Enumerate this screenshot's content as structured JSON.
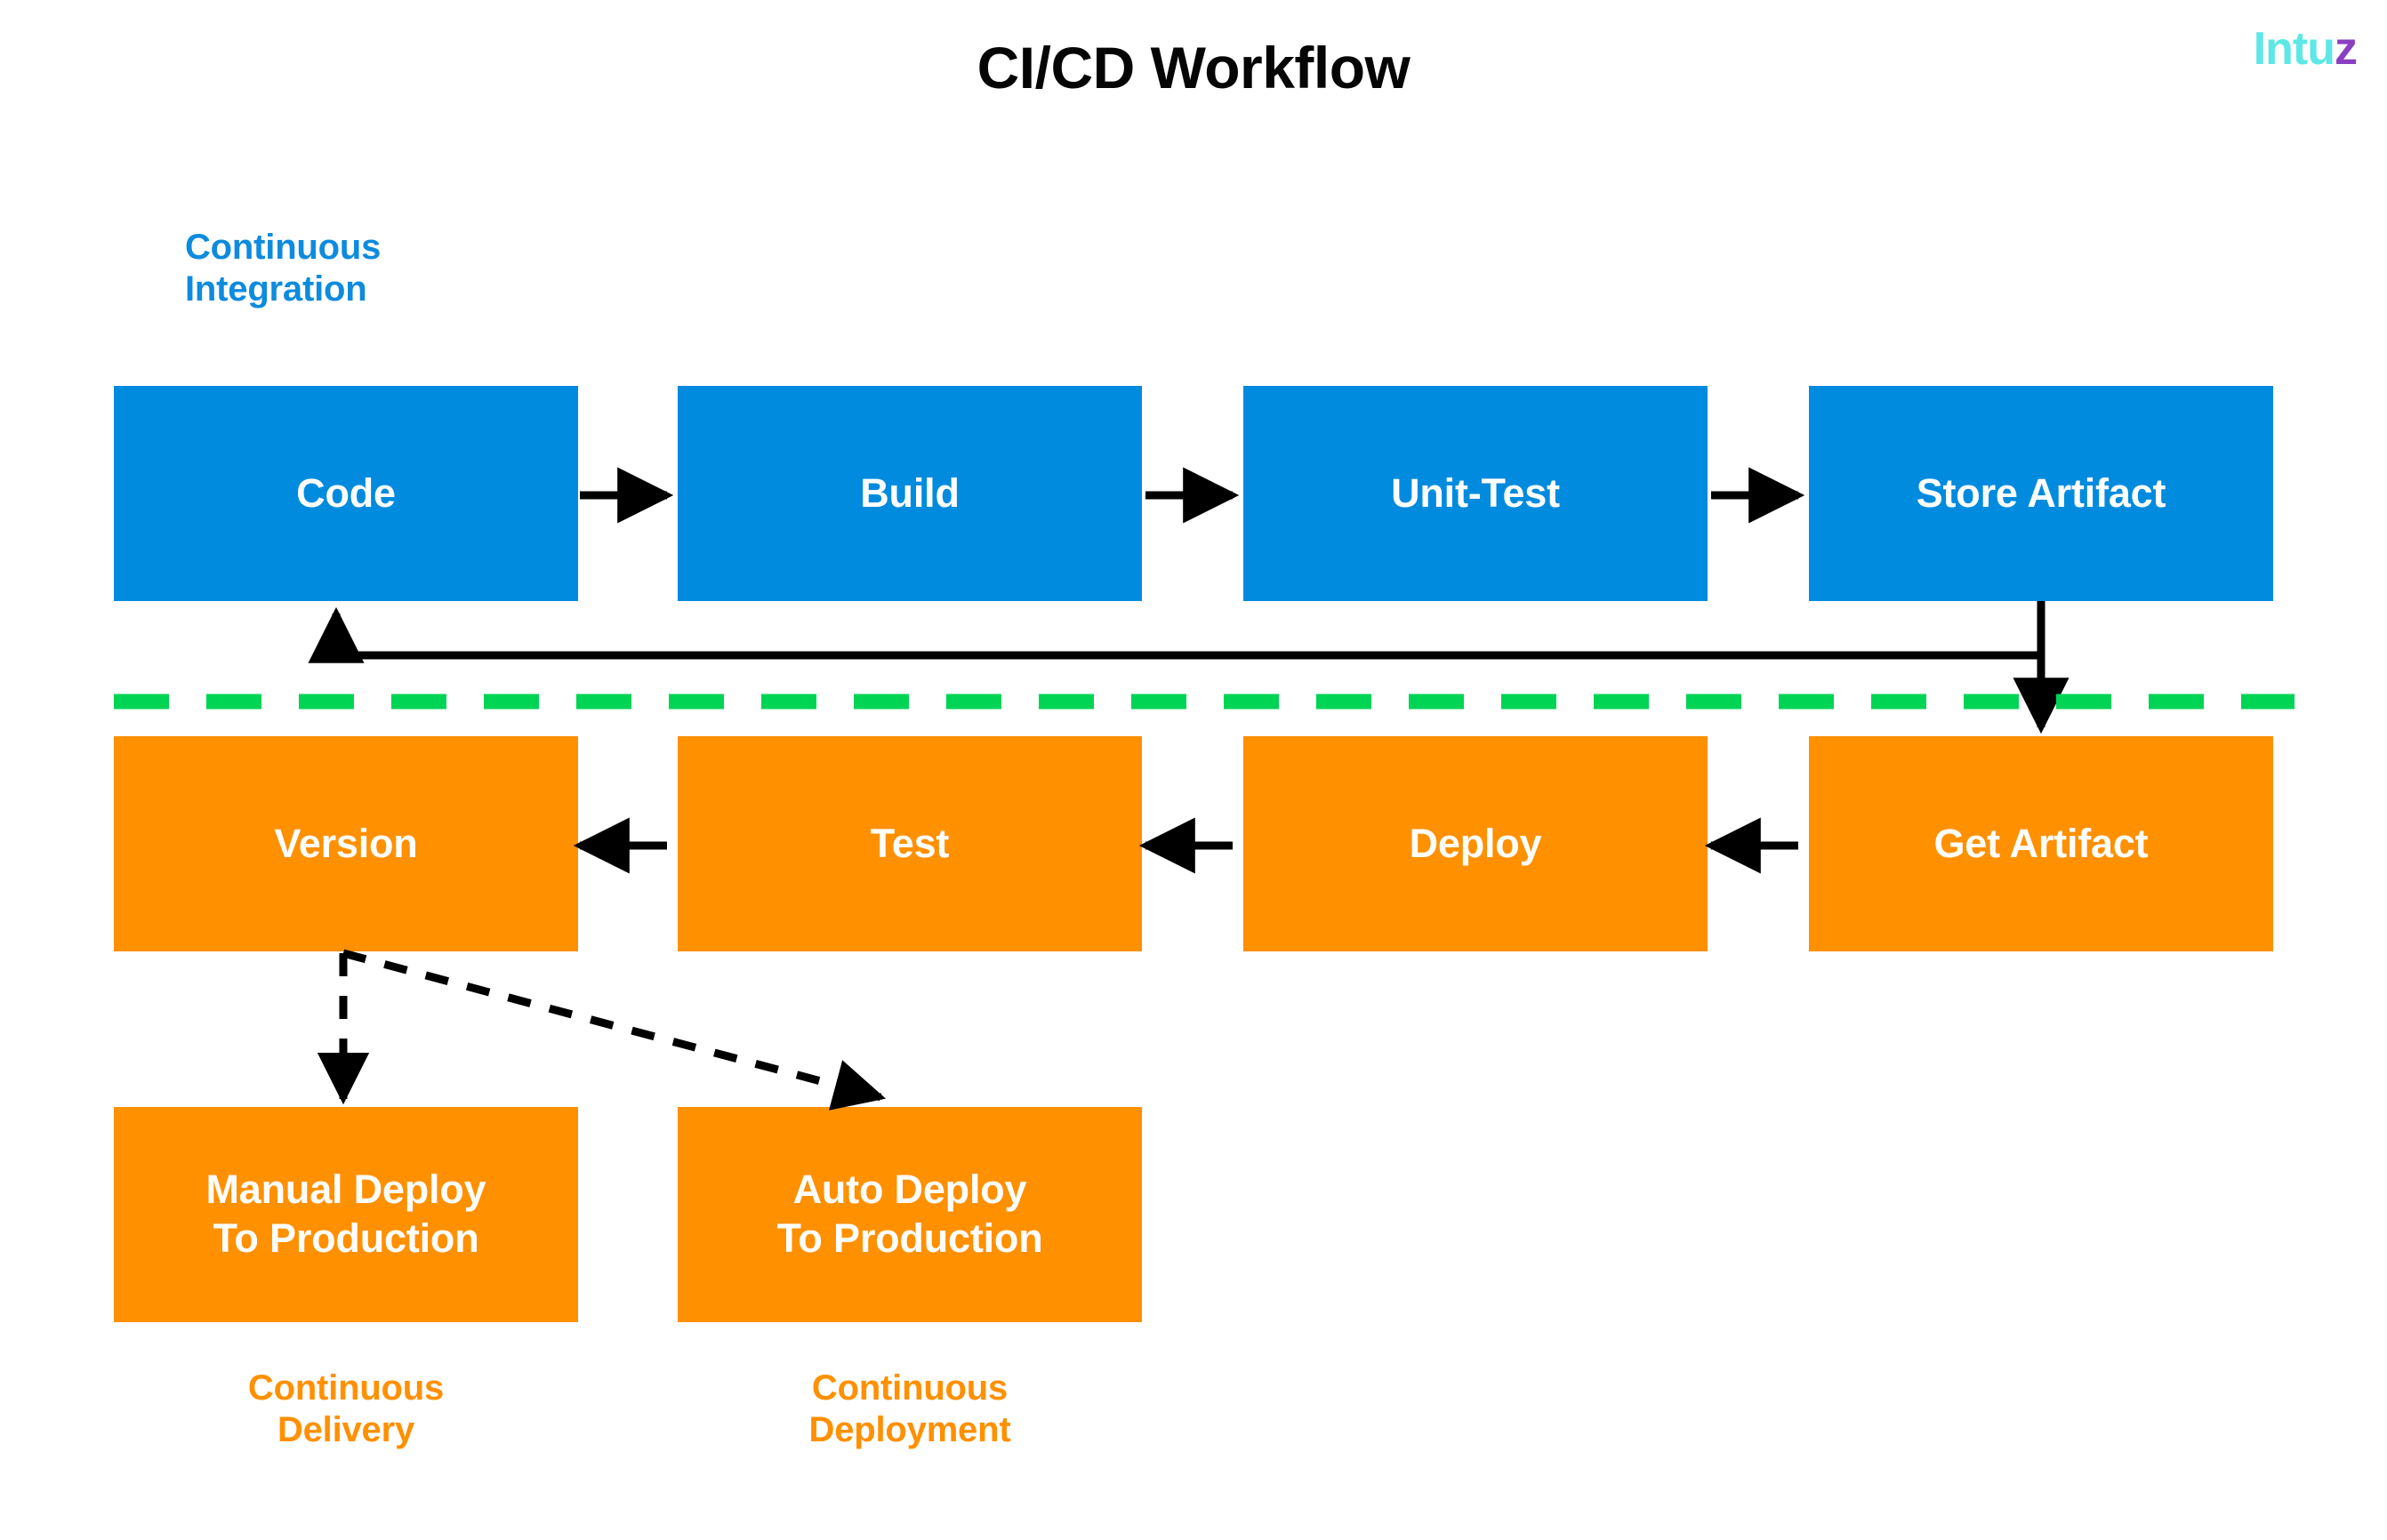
{
  "brand": {
    "name": "Intuz",
    "name_part_1": "Intu",
    "name_part_2": "z",
    "color_primary": "#5EE7E7",
    "color_accent": "#8A3FC0"
  },
  "title": "CI/CD Workflow",
  "captions": {
    "continuous_integration": "Continuous\nIntegration",
    "continuous_integration_line1": "Continuous",
    "continuous_integration_line2": "Integration",
    "continuous_delivery_line1": "Continuous",
    "continuous_delivery_line2": "Delivery",
    "continuous_deployment_line1": "Continuous",
    "continuous_deployment_line2": "Deployment"
  },
  "colors": {
    "ci_blue": "#008BDE",
    "cd_orange": "#FF9000",
    "divider_green": "#00D455",
    "connector_black": "#000000",
    "box_text": "#FFFFFF",
    "background": "#FFFFFF",
    "title_text": "#050505"
  },
  "stages": {
    "ci_row": [
      {
        "id": "code",
        "label": "Code"
      },
      {
        "id": "build",
        "label": "Build"
      },
      {
        "id": "unit-test",
        "label": "Unit-Test"
      },
      {
        "id": "store-artifact",
        "label": "Store Artifact"
      }
    ],
    "cd_row": [
      {
        "id": "version",
        "label": "Version"
      },
      {
        "id": "test",
        "label": "Test"
      },
      {
        "id": "deploy",
        "label": "Deploy"
      },
      {
        "id": "get-artifact",
        "label": "Get Artifact"
      }
    ],
    "production_row": [
      {
        "id": "manual-deploy",
        "label_line1": "Manual Deploy",
        "label_line2": "To Production"
      },
      {
        "id": "auto-deploy",
        "label_line1": "Auto Deploy",
        "label_line2": "To Production"
      }
    ]
  },
  "connections": [
    {
      "from": "code",
      "to": "build",
      "style": "solid",
      "direction": "right"
    },
    {
      "from": "build",
      "to": "unit-test",
      "style": "solid",
      "direction": "right"
    },
    {
      "from": "unit-test",
      "to": "store-artifact",
      "style": "solid",
      "direction": "right"
    },
    {
      "from": "store-artifact",
      "to": "get-artifact",
      "style": "solid",
      "direction": "down"
    },
    {
      "from": "get-artifact",
      "to": "deploy",
      "style": "solid",
      "direction": "left"
    },
    {
      "from": "deploy",
      "to": "test",
      "style": "solid",
      "direction": "left"
    },
    {
      "from": "test",
      "to": "version",
      "style": "solid",
      "direction": "left"
    },
    {
      "from": "store-artifact",
      "to": "code",
      "style": "solid",
      "direction": "feedback-up"
    },
    {
      "from": "version",
      "to": "manual-deploy",
      "style": "dashed",
      "direction": "down"
    },
    {
      "from": "version",
      "to": "auto-deploy",
      "style": "dashed",
      "direction": "diagonal-right-down"
    }
  ],
  "divider": {
    "name": "ci-cd-divider",
    "style": "dashed",
    "color": "#00D455"
  }
}
